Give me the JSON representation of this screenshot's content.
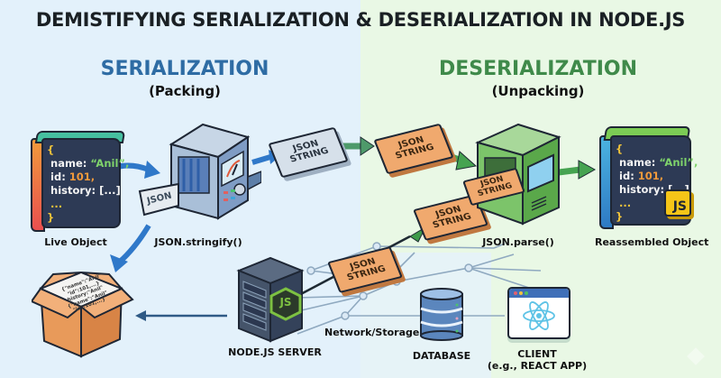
{
  "title": "DEMISTIFYING SERIALIZATION & DESERIALIZATION IN NODE.JS",
  "colors": {
    "bg_left": "#e3f1fb",
    "bg_right": "#e9f8e5",
    "serialization_accent": "#2e6ca4",
    "deserialization_accent": "#3f8a4a",
    "json_string_card": "#f0a96e",
    "code_panel": "#2d3a55",
    "node_green": "#7dc142",
    "js_yellow": "#f5c518"
  },
  "serialization": {
    "heading": "SERIALIZATION",
    "subheading": "(Packing)"
  },
  "deserialization": {
    "heading": "DESERIALIZATION",
    "subheading": "(Unpacking)"
  },
  "live_object": {
    "label": "Live Object",
    "code": {
      "open": "{",
      "name_key": "name: ",
      "name_val": "“Anil”,",
      "id_key": "id: ",
      "id_val": "101,",
      "history": "history: [...]",
      "ellipsis": "...",
      "close": "}"
    }
  },
  "stringify_machine": {
    "label": "JSON.stringify()",
    "output_card": "JSON STRING"
  },
  "json_string_cards": [
    {
      "line1": "JSON",
      "line2": "STRING",
      "style": "grey"
    },
    {
      "line1": "JSON",
      "line2": "STRING",
      "style": "orange"
    },
    {
      "line1": "JSON",
      "line2": "STRING",
      "style": "orange"
    },
    {
      "line1": "JSON",
      "line2": "STRING",
      "style": "orange"
    }
  ],
  "parse_machine": {
    "label": "JSON.parse()",
    "input_card_line1": "JSON",
    "input_card_line2": "STRING"
  },
  "reassembled_object": {
    "label": "Reassembled Object",
    "badge": "JS",
    "code": {
      "open": "{",
      "name_key": "name: ",
      "name_val": "“Anil”,",
      "id_key": "id: ",
      "id_val": "101,",
      "history": "history: [...]",
      "ellipsis": "...",
      "close": "}"
    }
  },
  "box": {
    "lines": [
      "{\"name\":\"Anil\"",
      "\"id\":101,...}",
      "history:\"Anil\"",
      "{\"name\":\"Anil\"",
      "\"id\":101,...}"
    ]
  },
  "server": {
    "label": "NODE.JS SERVER",
    "badge": "JS"
  },
  "network": {
    "label": "Network/Storage"
  },
  "database": {
    "label": "DATABASE"
  },
  "client": {
    "label_line1": "CLIENT",
    "label_line2": "(e.g., REACT APP)"
  }
}
